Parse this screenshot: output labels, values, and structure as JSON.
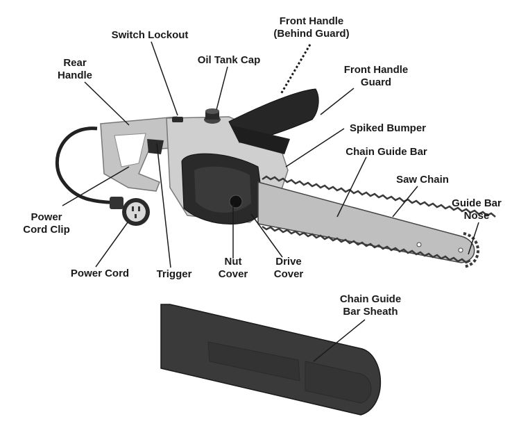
{
  "labels": {
    "front_handle": [
      "Front Handle",
      "(Behind Guard)"
    ],
    "switch_lockout": [
      "Switch Lockout"
    ],
    "oil_tank_cap": [
      "Oil Tank Cap"
    ],
    "rear_handle": [
      "Rear",
      "Handle"
    ],
    "front_handle_guard": [
      "Front Handle",
      "Guard"
    ],
    "spiked_bumper": [
      "Spiked Bumper"
    ],
    "chain_guide_bar": [
      "Chain Guide Bar"
    ],
    "saw_chain": [
      "Saw Chain"
    ],
    "guide_bar_nose": [
      "Guide Bar",
      "Nose"
    ],
    "power_cord_clip": [
      "Power",
      "Cord Clip"
    ],
    "power_cord": [
      "Power Cord"
    ],
    "trigger": [
      "Trigger"
    ],
    "nut_cover": [
      "Nut",
      "Cover"
    ],
    "drive_cover": [
      "Drive",
      "Cover"
    ],
    "sheath": [
      "Chain Guide",
      "Bar Sheath"
    ]
  },
  "colors": {
    "body": "#c8c8c8",
    "dark": "#2b2b2b",
    "bar": "#bdbdbd",
    "sheath": "#3a3a3a"
  }
}
